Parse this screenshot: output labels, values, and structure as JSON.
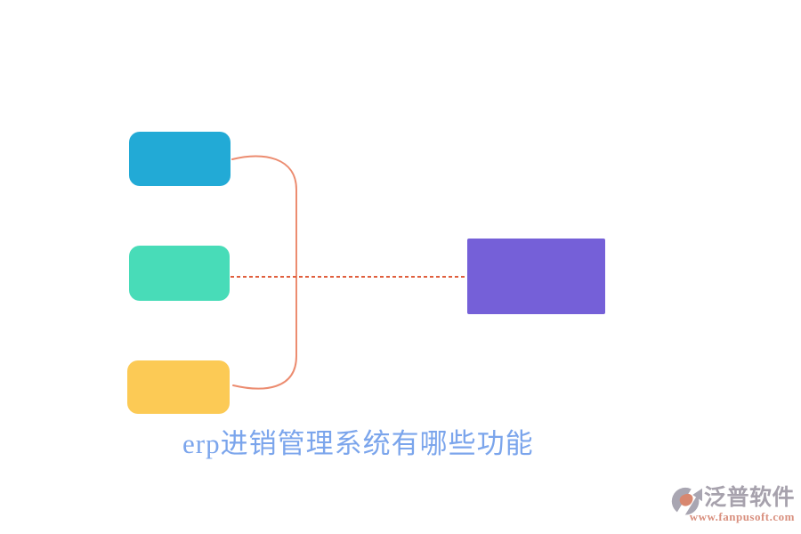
{
  "title": {
    "text": "erp进销管理系统有哪些功能",
    "color": "#7ba5ec"
  },
  "diagram": {
    "nodes": [
      {
        "name": "branch-top",
        "label": "",
        "color": "#22aad6"
      },
      {
        "name": "branch-middle",
        "label": "",
        "color": "#48dcb8"
      },
      {
        "name": "branch-bottom",
        "label": "",
        "color": "#fcca55"
      },
      {
        "name": "root",
        "label": "",
        "color": "#7560d8"
      }
    ],
    "connectors": {
      "brace_color": "#ec8c70",
      "dotted_color": "#e05f3e"
    }
  },
  "watermark": {
    "brand": "泛普软件",
    "url": "www.fanpusoft.com",
    "brand_color": "#a7a2ad",
    "url_color": "#d9907f",
    "icon": "fanpu-logo-icon",
    "icon_gray": "#a9a6b2",
    "icon_accent": "#d8876f"
  }
}
